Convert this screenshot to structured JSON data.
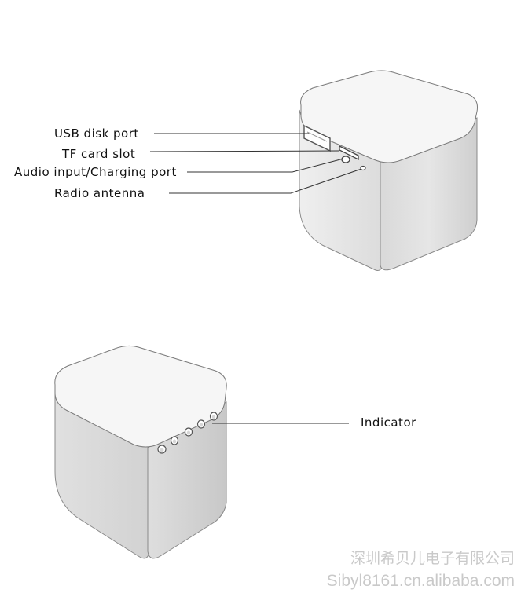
{
  "top_device": {
    "callouts": [
      {
        "id": "usb",
        "label": "USB disk port"
      },
      {
        "id": "tf",
        "label": "TF card slot"
      },
      {
        "id": "audio",
        "label": "Audio input/Charging port"
      },
      {
        "id": "radio",
        "label": "Radio antenna"
      }
    ]
  },
  "bottom_device": {
    "callouts": [
      {
        "id": "indicator",
        "label": "Indicator"
      }
    ]
  },
  "watermark": {
    "company": "深圳希贝儿电子有限公司",
    "site": "Sibyl8161.cn.alibaba.com"
  },
  "colors": {
    "body_light": "#f2f2f2",
    "body_dark": "#c4c4c4",
    "outline": "#6d6d6d",
    "leader": "#333333",
    "watermark": "#c9c9c9"
  }
}
